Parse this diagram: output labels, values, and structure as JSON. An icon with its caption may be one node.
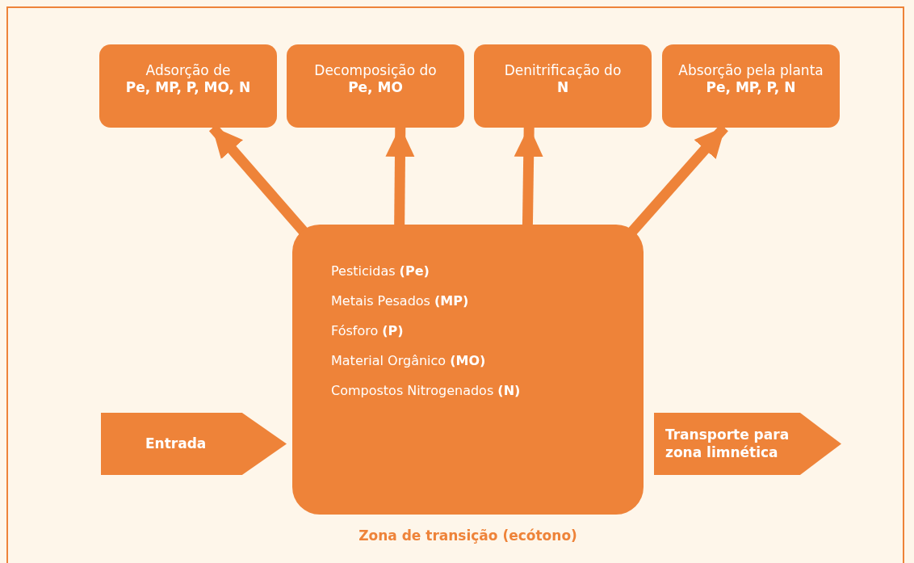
{
  "diagram": {
    "nodes": [
      {
        "text": [
          "Adsorção de",
          "Pe, MP, P, MO, N"
        ]
      },
      {
        "text": [
          "Decomposição do",
          "Pe, MO"
        ]
      },
      {
        "text": [
          "Denitrificação do",
          "N"
        ]
      },
      {
        "text": [
          "Absorção pela planta",
          "Pe, MP, P, N"
        ]
      },
      {
        "text": [
          "Pesticidas **(Pe)**",
          "Metais Pesados **(MP)**",
          "Fósforo **(P)**",
          "Material Orgânico **(MO)**",
          "Compostos Nitrogenados **(N)**"
        ],
        "beside": [
          "Zona de transição (ecótono)"
        ]
      },
      {
        "text": [
          "Entrada"
        ]
      },
      {
        "text": [
          "Transporte para zona limnética"
        ]
      }
    ],
    "edges": [
      {
        "from": 4,
        "to": 0,
        "arrow": "to"
      },
      {
        "from": 4,
        "to": 1,
        "arrow": "to"
      },
      {
        "from": 4,
        "to": 2,
        "arrow": "to"
      },
      {
        "from": 4,
        "to": 3,
        "arrow": "to"
      }
    ]
  }
}
